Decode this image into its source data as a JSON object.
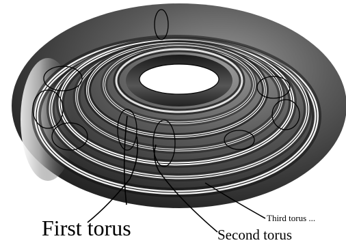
{
  "labels": {
    "first_torus": "First torus",
    "second_torus": "Second torus",
    "third_torus": "Third torus ..."
  },
  "colors": {
    "outer_torus_dark": "#2a2a2a",
    "outer_torus_light": "#c8c8c8",
    "tube_light": "#f2f2f2",
    "stroke": "#000000",
    "background": "#ffffff"
  }
}
